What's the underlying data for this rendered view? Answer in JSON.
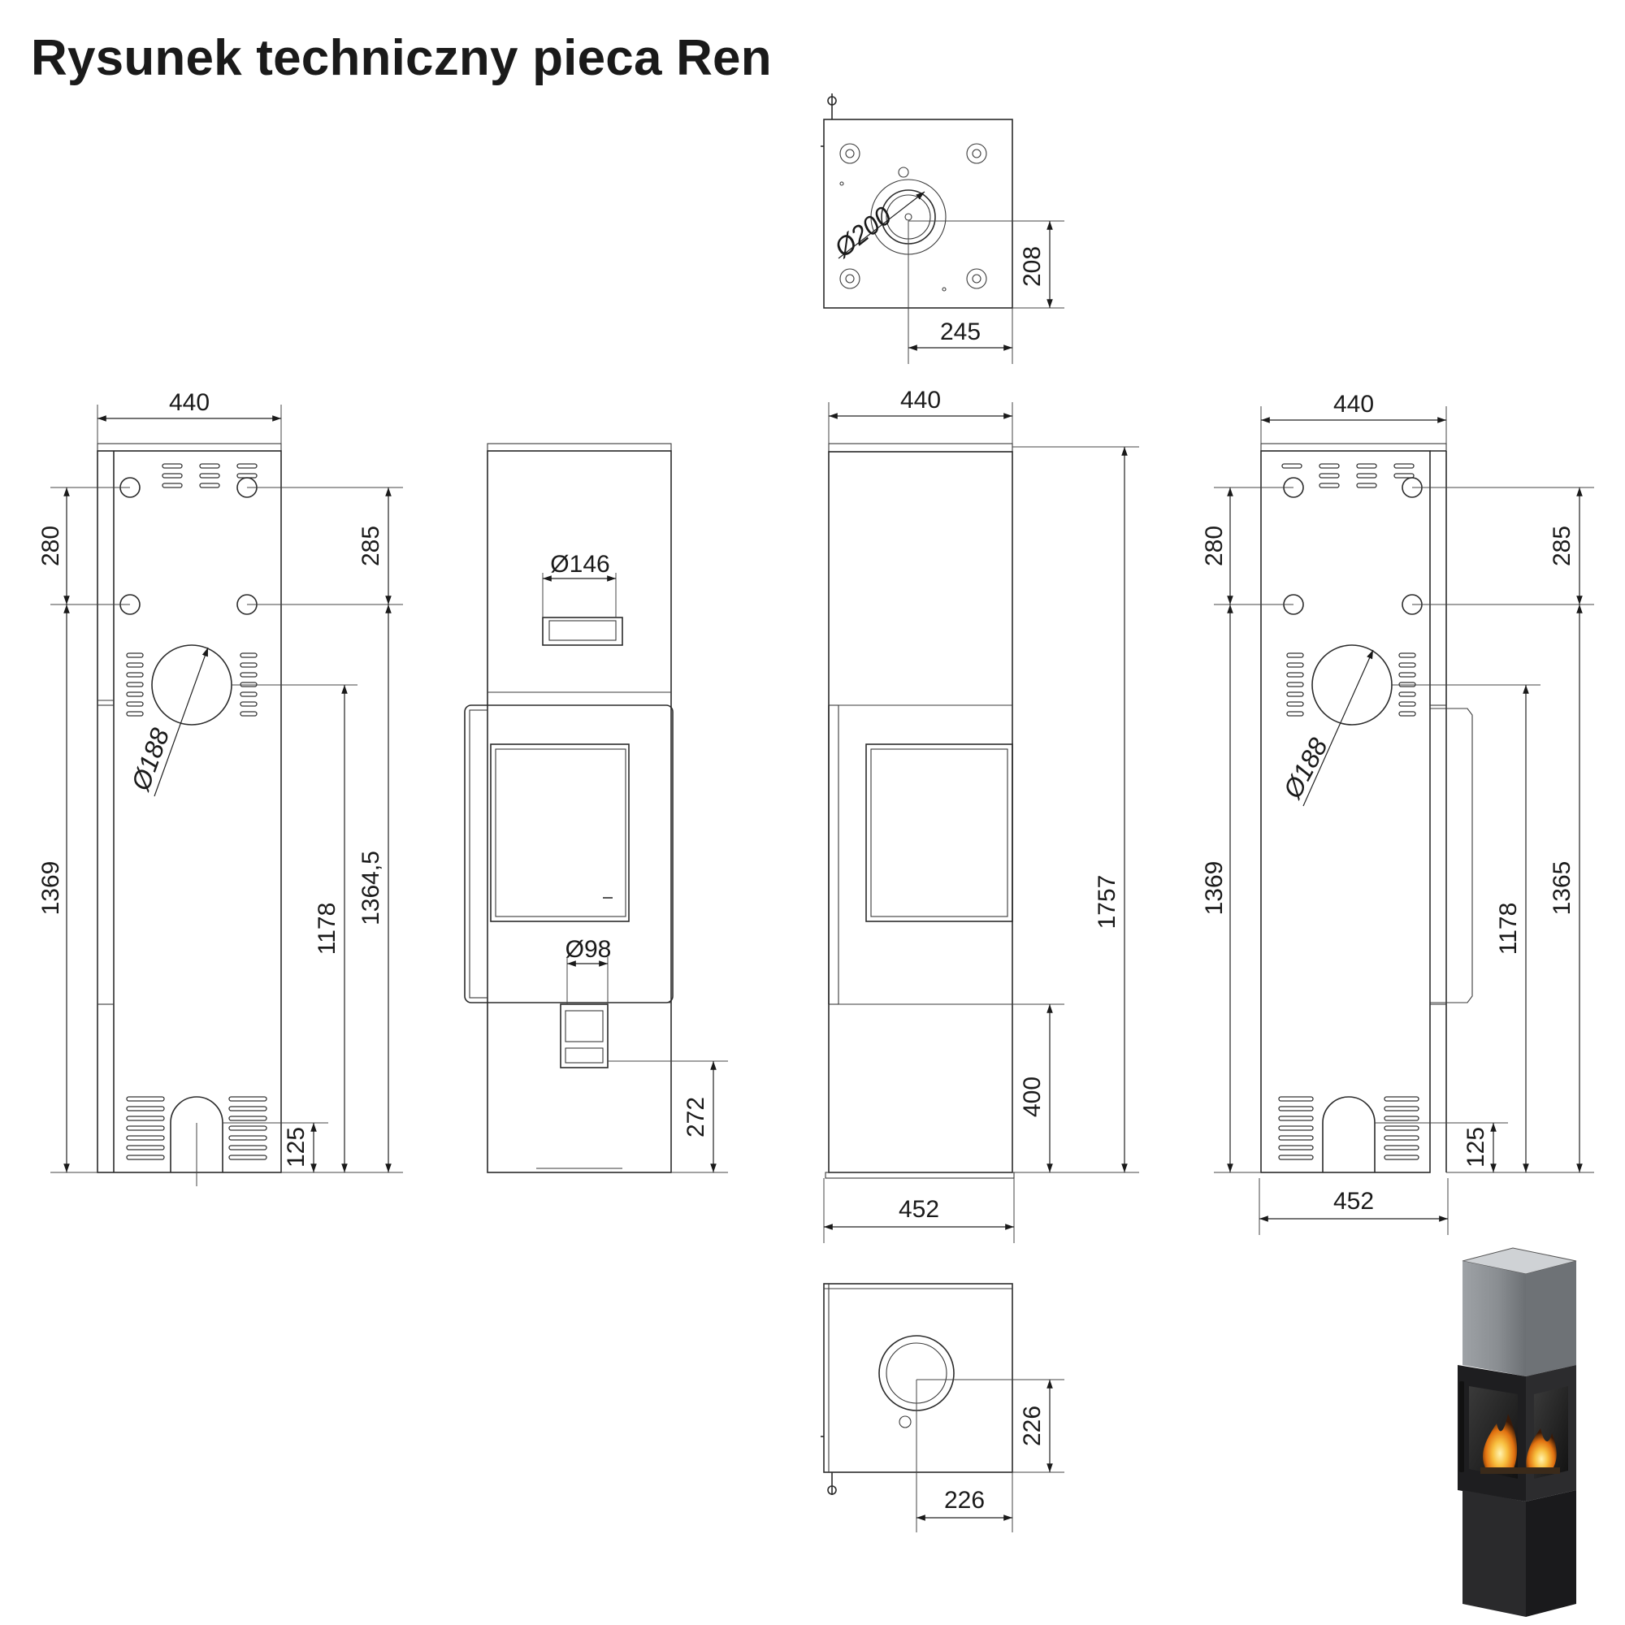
{
  "title": "Rysunek techniczny pieca Ren",
  "top_view": {
    "diameter": "Ø200",
    "dim_vertical": "208",
    "dim_horizontal": "245"
  },
  "rear_view": {
    "width_top": "440",
    "d280": "280",
    "d285": "285",
    "diameter": "Ø188",
    "d1369": "1369",
    "d1178": "1178",
    "d1364": "1364,5",
    "d125": "125"
  },
  "side_view": {
    "diameter_top": "Ø146",
    "diameter_bottom": "Ø98",
    "d272": "272"
  },
  "front_view": {
    "width_top": "440",
    "d1757": "1757",
    "d400": "400",
    "width_base": "452"
  },
  "rear_view_2": {
    "width_top": "440",
    "d280": "280",
    "d285": "285",
    "diameter": "Ø188",
    "d1369": "1369",
    "d1178": "1178",
    "d1365": "1365",
    "d125": "125",
    "width_base": "452"
  },
  "bottom_view": {
    "dim_vertical": "226",
    "dim_horizontal": "226"
  },
  "colors": {
    "line": "#2b2b2b",
    "stove_body": "#8e9296",
    "stove_dark": "#2a2a2c",
    "flame": "#f0a020"
  }
}
